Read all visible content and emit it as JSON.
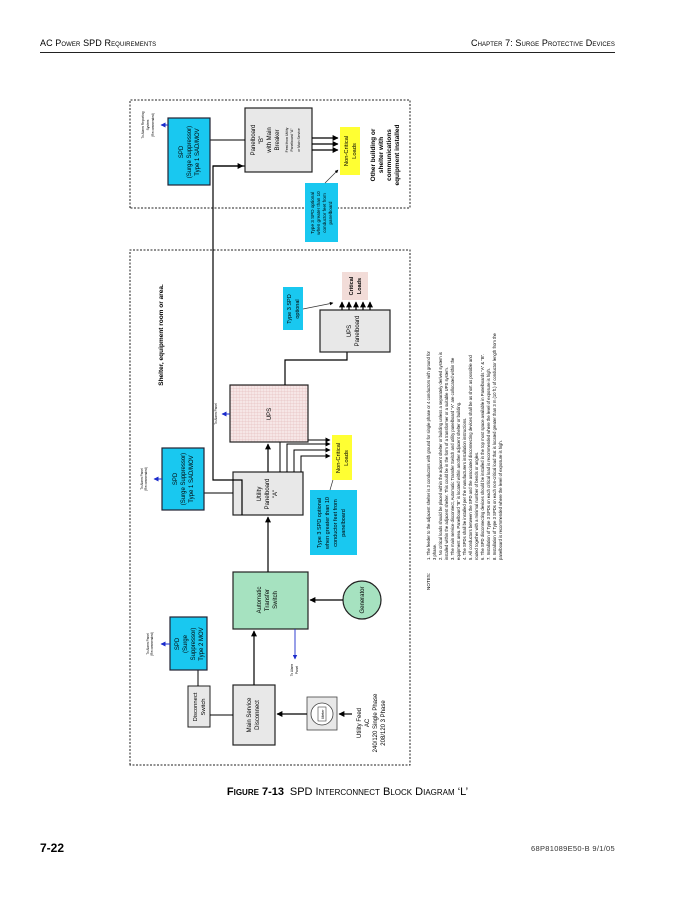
{
  "header": {
    "left": "AC Power SPD Requirements",
    "right": "Chapter 7: Surge Protective Devices"
  },
  "diagram": {
    "shelter_label": "Shelter, equipment room or area.",
    "other_building_label": [
      "Other building or",
      "shelter with",
      "communications",
      "equipment installed"
    ],
    "utility_feed": [
      "Utility Feed",
      "AC",
      "240/120 Single Phase",
      "208/120  3 Phase"
    ],
    "meter": "Meter",
    "main_service_disconnect": [
      "Main Service",
      "Disconnect"
    ],
    "disconnect_switch": [
      "Disconnect",
      "Switch"
    ],
    "spd_type2": [
      "SPD",
      "(Surge",
      "Suppressor)",
      "Type 2 MOV"
    ],
    "spd_type2_ground": [
      "To Alarm Panel",
      "(Recommended)"
    ],
    "ats": [
      "Automatic",
      "Transfer",
      "Switch"
    ],
    "ats_alarm": [
      "To Alarm",
      "Panel"
    ],
    "generator": "Generator",
    "panelboard_a": [
      "Utility",
      "Panelboard",
      "\"A\""
    ],
    "spd_type1_a": [
      "SPD",
      "(Surge Suppressor)",
      "Type 1 SAD/MOV"
    ],
    "spd_type1_a_alarm": [
      "To Alarm Panel",
      "(Recommended)"
    ],
    "type3_callout_a": [
      "Type 3 SPD optional",
      "when greater than 10",
      "conductor feet from",
      "panelboard"
    ],
    "non_critical_a": [
      "Non-Critical",
      "Loads"
    ],
    "ups": "UPS",
    "ups_alarm": "To Alarm Panel",
    "ups_panelboard": [
      "UPS",
      "Panelboard"
    ],
    "type3_optional": [
      "Type 3 SPD",
      "optional"
    ],
    "critical_loads": [
      "Critical",
      "Loads"
    ],
    "panelboard_b": [
      "Panelboard",
      "\"B\"",
      "with Main",
      "Breaker"
    ],
    "panelboard_b_note": [
      "Feed from Utility",
      "Panelboard \"A\"",
      "or Main Service"
    ],
    "spd_type1_b": [
      "SPD",
      "(Surge Suppressor)",
      "Type 1 SAD/MOV"
    ],
    "spd_type1_b_alarm": [
      "To Alarm Reporting",
      "System",
      "(Recommended)"
    ],
    "type3_callout_b": [
      "Type 3 SPD optional",
      "when greater than 10",
      "conductor feet from",
      "panelboard"
    ],
    "non_critical_b": [
      "Non-Critical",
      "Loads"
    ],
    "notes_title": "NOTES:",
    "notes": [
      "1.  The feeder to the adjacent shelter is 3 conductors with ground for single phase or 4 conductors with ground for",
      "3 phase.",
      "2.  No critical loads should be placed within the adjacent shelter or building unless a separately derived system is",
      "installed within the adjacent shelter.  This could be in the form of a transformer or a suitable UPS system.",
      "3.  The main service disconnect, Automatic Transfer Switch and utility panelboard \"A\" are collocated within the",
      "equipment area.  Panelboard \"B\" is located within another adjacent shelter or building.",
      "4.  The SPDs shall be installed per the manufacturers installation instructions.",
      "5.  All conductors between the SPD and the associated disconnecting devices shall be as short as possible and",
      "routed together with a minimal number of bends or angles.",
      "6.  The SPD disconnecting devices should be installed in the top most space available in Panelboards \"A\" & \"B\".",
      "7.  Installation of Type 3 SPDs on each critical load is recommended where the level of exposure is high.",
      "8.  Installation of Type 3 SPDs on each non-critical load that is located greater than 3 m (10 ft.) of conductor length from the",
      "panelboard is recommended where the level of exposure is high."
    ],
    "colors": {
      "spd_fill": "#19c8f0",
      "ats_fill": "#a6e2c0",
      "generator_fill": "#a6e2c0",
      "panel_fill": "#e8e8e8",
      "ups_fill": "#f3dcdc",
      "loads_fill": "#ffff33",
      "critical_fill": "#f2dcd8",
      "alarm_arrow": "#1a2bcc"
    }
  },
  "caption": {
    "figure": "Figure 7-13",
    "title": "SPD Interconnect Block Diagram ‘L’"
  },
  "footer": {
    "page": "7-22",
    "doc": "68P81089E50-B   9/1/05"
  }
}
